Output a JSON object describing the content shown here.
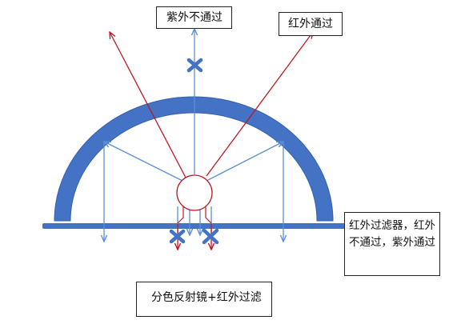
{
  "labels": {
    "uv_not_pass": "紫外不通过",
    "ir_pass": "红外通过",
    "filter_desc": "红外过滤器，红外不通过，紫外通过",
    "bottom_caption": "分色反射镜+红外过滤"
  },
  "colors": {
    "dome": "#4472C4",
    "base": "#4472C4",
    "uv_ray": "#5B8FD6",
    "ir_ray": "#C0171E",
    "cross": "#4472C4",
    "lamp_stroke": "#C0171E"
  }
}
